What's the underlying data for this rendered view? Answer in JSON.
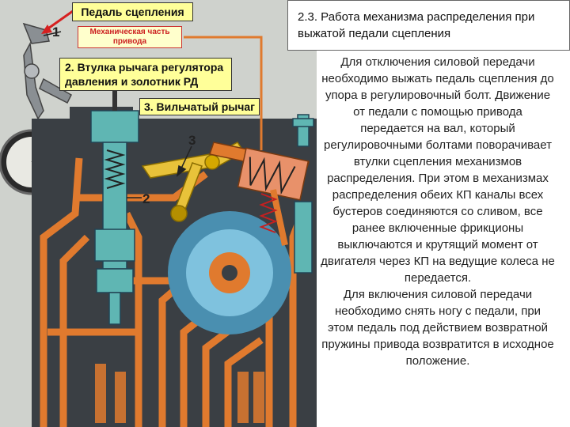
{
  "callouts": {
    "pedal": "Педаль сцепления",
    "mechanical": "Механическая  часть привода",
    "bushing": "2. Втулка рычага регулятора давления и золотник РД",
    "fork": "3. Вильчатый рычаг"
  },
  "numbers": {
    "n1": "1",
    "n2": "2",
    "n3": "3"
  },
  "title": "2.3. Работа механизма распределения при выжатой педали сцепления",
  "body": {
    "p1": "Для отключения силовой передачи необходимо выжать педаль сцепления до упора в регулировочный болт. Движение от педали с помощью привода передается на вал, который регулировочными болтами поворачивает втулки сцепления механизмов распределения. При этом в механизмах распределения обеих КП каналы всех бустеров соединяются со сливом, все ранее включенные фрикционы выключаются и крутящий момент от двигателя через КП на ведущие колеса не передается.",
    "p2": "Для включения силовой передачи необходимо снять ногу с педали, при этом педаль под действием возвратной пружины привода возвратится в исходное положение."
  },
  "colors": {
    "housing": "#3a3f44",
    "oil": "#e07a2e",
    "spool": "#5fb6b3",
    "fork_lever": "#e8c23a",
    "arrow": "#d62020",
    "disc": "#4a8fb0"
  }
}
